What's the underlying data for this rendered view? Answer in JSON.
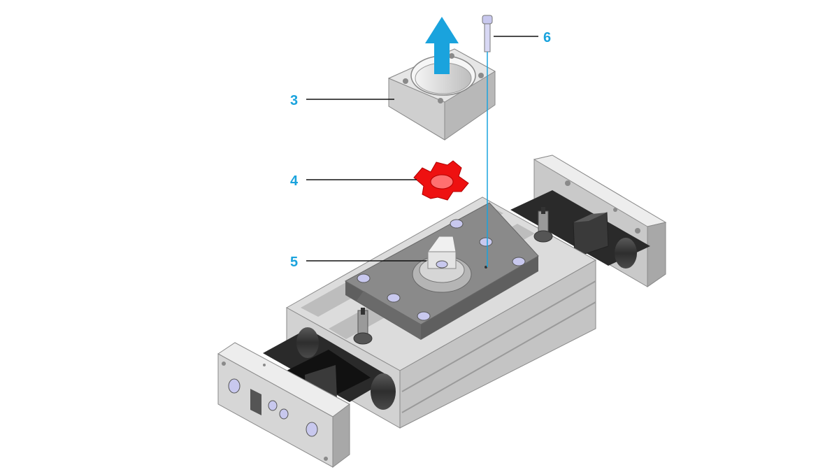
{
  "colors": {
    "accent": "#1aa3dd",
    "leader": "#111111",
    "metal_light": "#e4e4e4",
    "metal_mid": "#c7c7c7",
    "metal_dark": "#9a9a9a",
    "plate_top": "#8a8a8a",
    "plate_side": "#5f5f5f",
    "screw": "#c8c8ee",
    "coupling_red": "#ee1111",
    "rod": "#3e3e3e",
    "black": "#111111"
  },
  "callouts": [
    {
      "id": "c6",
      "label": "6"
    },
    {
      "id": "c3",
      "label": "3"
    },
    {
      "id": "c4",
      "label": "4"
    },
    {
      "id": "c5",
      "label": "5"
    }
  ],
  "icons": {
    "arrow": "arrow-up-icon"
  }
}
